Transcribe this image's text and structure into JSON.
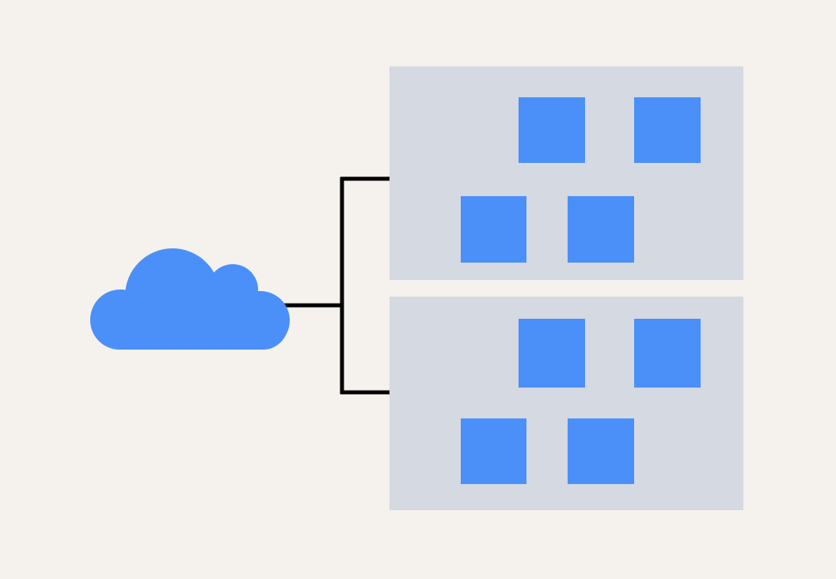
{
  "colors": {
    "background": "#F5F1ED",
    "panel": "#D5D9E1",
    "accent": "#4A90F8",
    "connector": "#000000"
  },
  "icons": {
    "cloud": "cloud-icon"
  },
  "panels": [
    {
      "name": "panel-top",
      "tiles": 4
    },
    {
      "name": "panel-bottom",
      "tiles": 4
    }
  ]
}
